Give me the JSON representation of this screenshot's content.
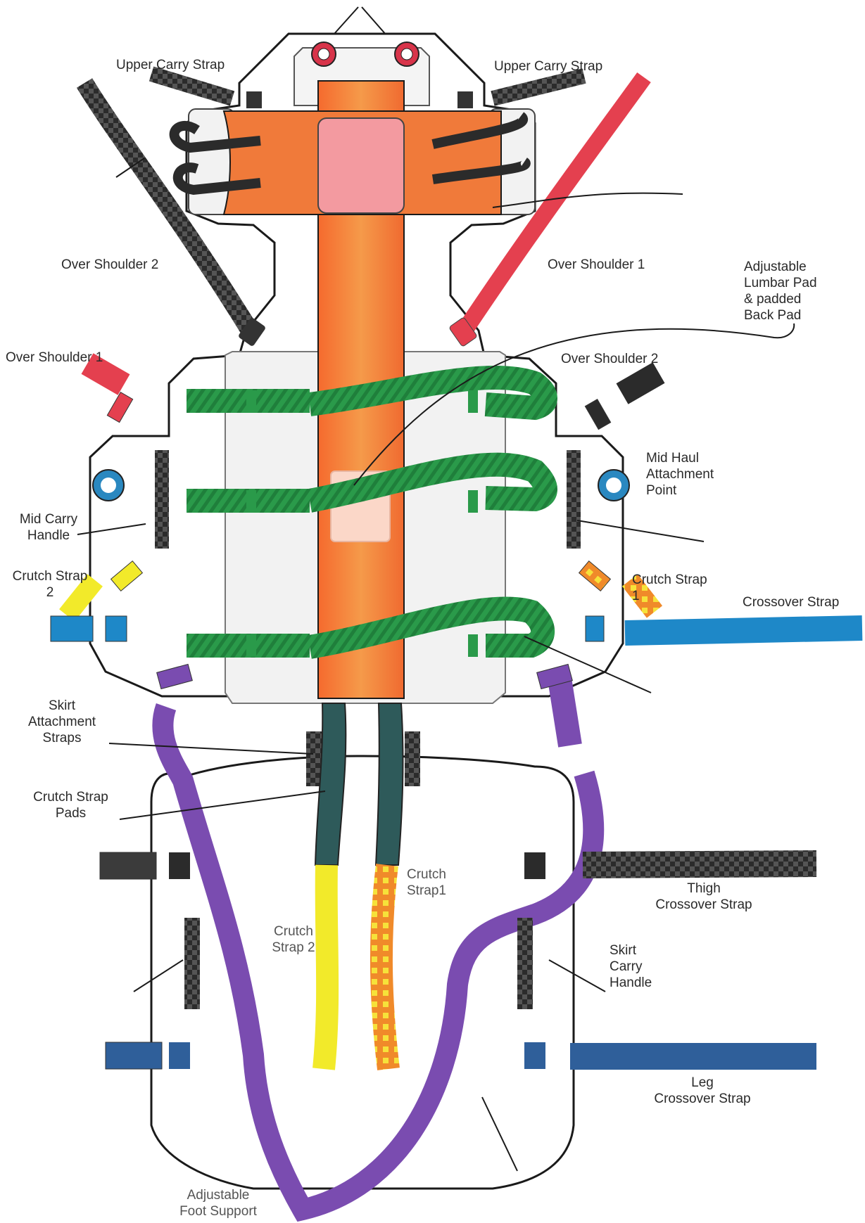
{
  "labels": {
    "upper_carry_strap_left": "Upper Carry Strap",
    "upper_carry_strap_right": "Upper Carry Strap",
    "over_shoulder_2_upper": "Over Shoulder 2",
    "over_shoulder_1_upper": "Over Shoulder 1",
    "adjustable_lumbar_pad": "Adjustable\nLumbar Pad\n& padded\nBack Pad",
    "over_shoulder_1_lower": "Over Shoulder 1",
    "over_shoulder_2_lower": "Over Shoulder 2",
    "mid_haul_attachment_point": "Mid Haul\nAttachment\nPoint",
    "mid_carry_handle": "Mid Carry\nHandle",
    "crutch_strap_2_upper": "Crutch Strap\n2",
    "crutch_strap_1_upper": "Crutch Strap\n1",
    "crossover_strap": "Crossover Strap",
    "skirt_attachment_straps": "Skirt\nAttachment\nStraps",
    "crutch_strap_pads": "Crutch Strap\nPads",
    "crutch_strap1_lower": "Crutch\nStrap1",
    "crutch_strap_2_lower": "Crutch\nStrap 2",
    "thigh_crossover_strap": "Thigh\nCrossover Strap",
    "skirt_carry_handle": "Skirt\nCarry\nHandle",
    "leg_crossover_strap": "Leg\nCrossover Strap",
    "adjustable_foot_support": "Adjustable\nFoot Support"
  },
  "colors": {
    "outline": "#1a1a1a",
    "panel": "#f4f4f4",
    "orange_spine": "#f07a3a",
    "pink_pad": "#f39aa0",
    "green_strap": "#2a9a4a",
    "black_strap": "#2b2b2b",
    "red_strap": "#e4404f",
    "blue_strap": "#1e88c8",
    "navy_strap": "#2f5f9a",
    "purple_strap": "#7a4cb0",
    "yellow_strap": "#f2ea2a",
    "orange_strap": "#f08a2a",
    "teal_pad": "#2e5a5a",
    "ring_red": "#d8344a",
    "ring_blue": "#2a88c0"
  }
}
